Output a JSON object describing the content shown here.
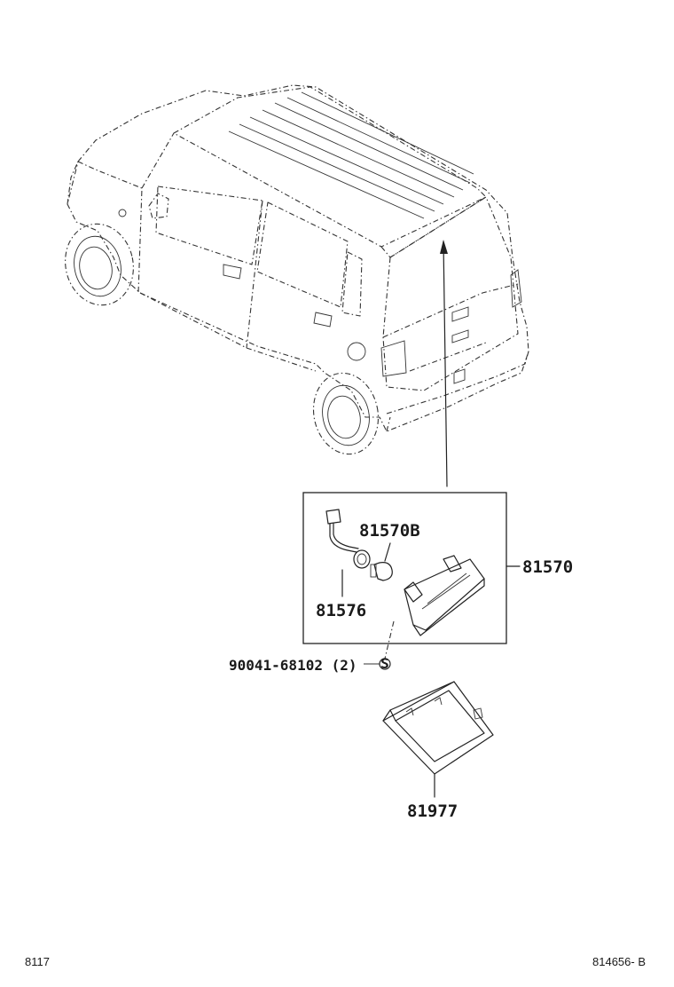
{
  "parts": {
    "stop_lamp_assy": "81570",
    "bulb": "81570B",
    "socket_and_wire": "81576",
    "screw": "90041-68102 (2)",
    "screw_symbol": "S",
    "cover": "81977"
  },
  "footer": {
    "page_code": "8117",
    "figure_code": "814656- B"
  }
}
